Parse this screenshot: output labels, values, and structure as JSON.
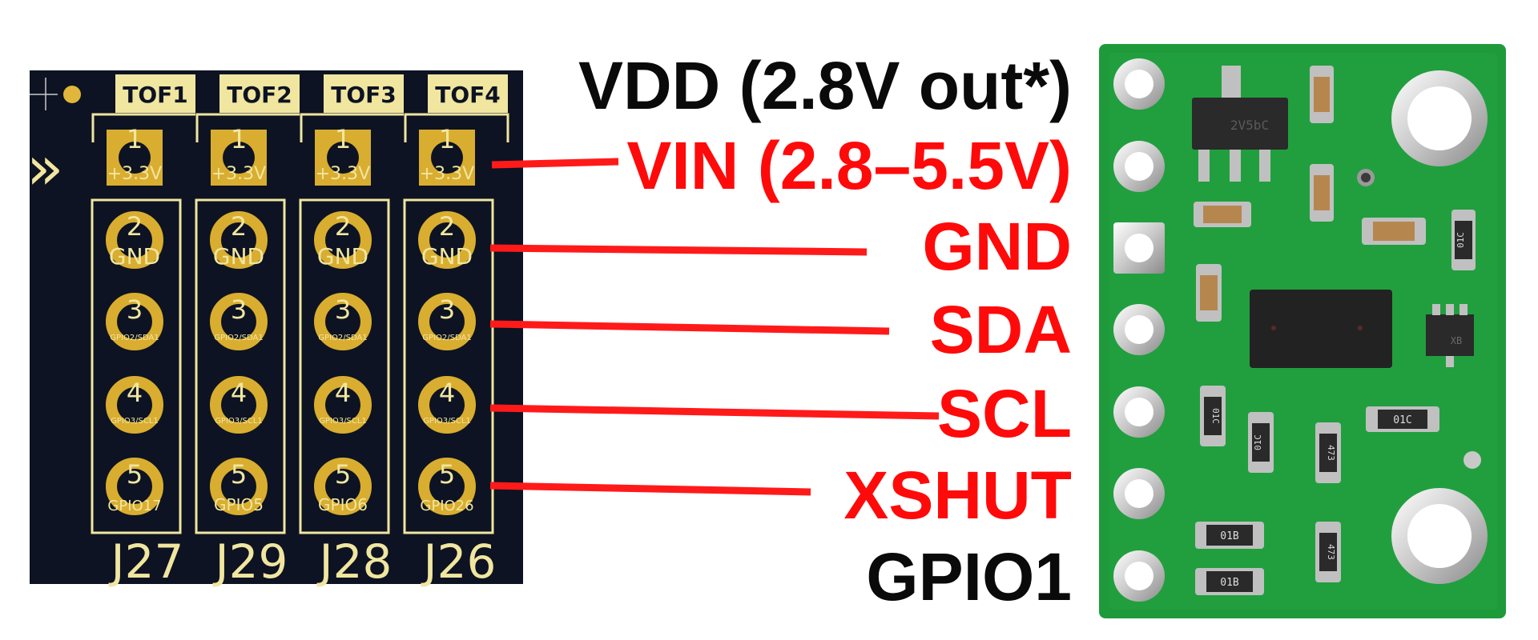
{
  "colors": {
    "pcb_board": "#0d1322",
    "silkscreen": "#f0e6a0",
    "pad_gold": "#d9ad2f",
    "pin_line_red": "#ff1a1a",
    "label_red": "#ff0a0a",
    "label_black": "#0a0a0a",
    "module_green": "#1f9a3a"
  },
  "left_board": {
    "tof_labels": [
      "TOF1",
      "TOF2",
      "TOF3",
      "TOF4"
    ],
    "pin1": {
      "number": "1",
      "label": "+3.3V"
    },
    "pin2": {
      "number": "2",
      "label": "GND"
    },
    "pin3": {
      "number": "3",
      "label": "GPIO2/SDA1"
    },
    "pin4": {
      "number": "4",
      "label": "GPIO3/SCL1"
    },
    "pin5_number": "5",
    "pin5_labels": [
      "GPIO17",
      "GPIO5",
      "GPIO6",
      "GPIO26"
    ],
    "headers": [
      "J27",
      "J29",
      "J28",
      "J26"
    ],
    "arrow": "»"
  },
  "pin_labels": [
    {
      "text": "VDD (2.8V out*)",
      "color": "#0a0a0a"
    },
    {
      "text": "VIN (2.8–5.5V)",
      "color": "#ff0a0a"
    },
    {
      "text": "GND",
      "color": "#ff0a0a"
    },
    {
      "text": "SDA",
      "color": "#ff0a0a"
    },
    {
      "text": "SCL",
      "color": "#ff0a0a"
    },
    {
      "text": "XSHUT",
      "color": "#ff0a0a"
    },
    {
      "text": "GPIO1",
      "color": "#0a0a0a"
    }
  ],
  "module": {
    "regulator_marking": "2V5bC",
    "transistor_marking": "XB",
    "resistor_markings": [
      "01C",
      "01C",
      "01C",
      "01C",
      "473",
      "473",
      "01B",
      "01B"
    ]
  }
}
